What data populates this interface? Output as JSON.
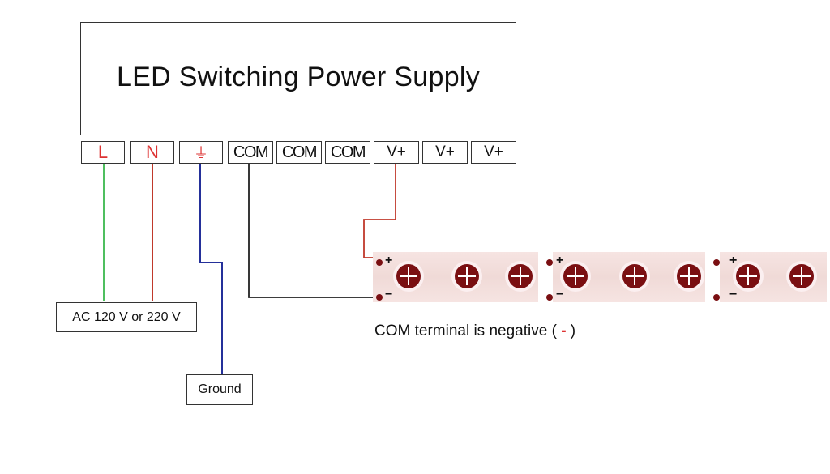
{
  "power_supply": {
    "title": "LED Switching Power Supply",
    "terminals": [
      "L",
      "N",
      "⏚",
      "COM",
      "COM",
      "COM",
      "V+",
      "V+",
      "V+"
    ]
  },
  "labels": {
    "ac_input": "AC 120 V or 220 V",
    "ground": "Ground"
  },
  "strip": {
    "plus": "+",
    "minus": "−"
  },
  "note": {
    "prefix": "COM terminal is negative ( ",
    "negative": "-",
    "suffix": " )"
  },
  "colors": {
    "live_wire": "#4fbf5f",
    "neutral_wire": "#c0392b",
    "ground_wire": "#24309a",
    "com_wire": "#222222",
    "vplus_wire": "#c0392b",
    "led": "#7a0f12"
  }
}
